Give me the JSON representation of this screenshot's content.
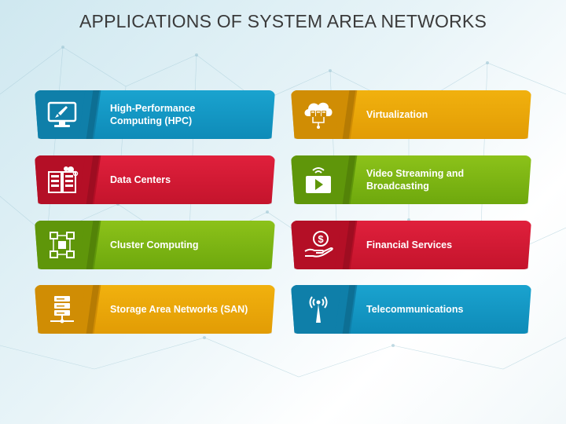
{
  "title": "APPLICATIONS OF SYSTEM AREA NETWORKS",
  "cards": [
    {
      "label": "High-Performance\nComputing (HPC)",
      "icon": "rocket-monitor-icon",
      "color": "#1aa3cf"
    },
    {
      "label": "Virtualization",
      "icon": "cloud-servers-icon",
      "color": "#f1b10e"
    },
    {
      "label": "Data Centers",
      "icon": "server-rack-icon",
      "color": "#e0203c"
    },
    {
      "label": "Video Streaming and\nBroadcasting",
      "icon": "video-broadcast-icon",
      "color": "#8cc21a"
    },
    {
      "label": "Cluster Computing",
      "icon": "cluster-nodes-icon",
      "color": "#8cc21a"
    },
    {
      "label": "Financial Services",
      "icon": "dollar-hand-icon",
      "color": "#e0203c"
    },
    {
      "label": "Storage Area Networks (SAN)",
      "icon": "storage-server-icon",
      "color": "#f1b10e"
    },
    {
      "label": "Telecommunications",
      "icon": "antenna-tower-icon",
      "color": "#1aa3cf"
    }
  ]
}
